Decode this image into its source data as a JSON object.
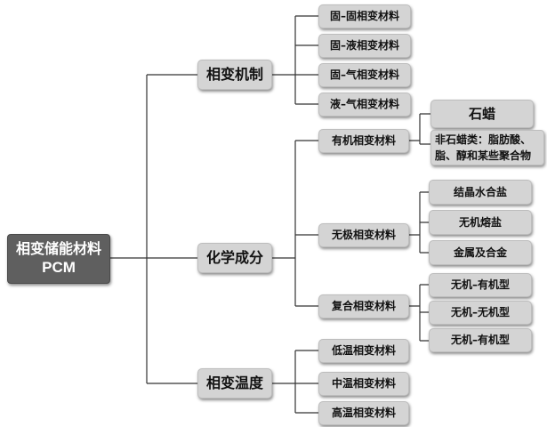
{
  "root": {
    "title": "相变储能材料",
    "subtitle": "PCM"
  },
  "branches": [
    {
      "label": "相变机制",
      "children": [
        "固–固相变材料",
        "固–液相变材料",
        "固–气相变材料",
        "液–气相变材料"
      ]
    },
    {
      "label": "化学成分",
      "children": [
        {
          "label": "有机相变材料",
          "children": [
            "石蜡",
            "非石蜡类：脂肪酸、脂、醇和某些聚合物"
          ]
        },
        {
          "label": "无极相变材料",
          "children": [
            "结晶水合盐",
            "无机熔盐",
            "金属及合金"
          ]
        },
        {
          "label": "复合相变材料",
          "children": [
            "无机–有机型",
            "无机–无机型",
            "无机–有机型"
          ]
        }
      ]
    },
    {
      "label": "相变温度",
      "children": [
        "低温相变材料",
        "中温相变材料",
        "高温相变材料"
      ]
    }
  ]
}
